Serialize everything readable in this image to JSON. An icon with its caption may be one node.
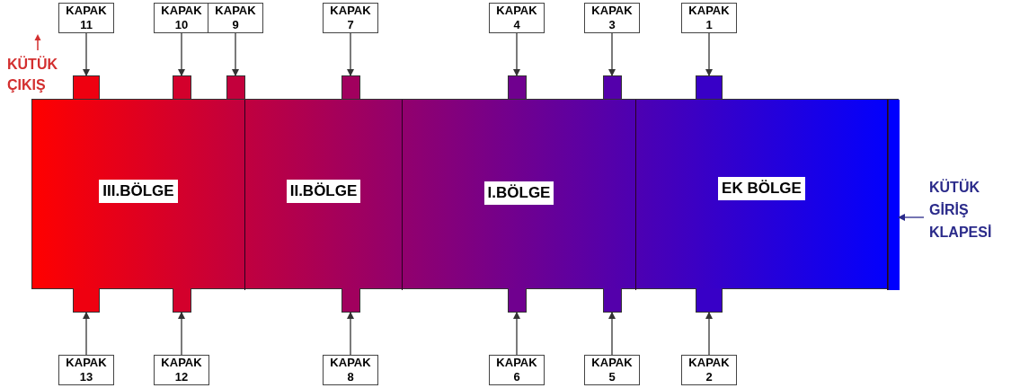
{
  "diagram": {
    "nodes": [
      {
        "text": [
          "KAPAK 11"
        ]
      },
      {
        "text": [
          "KAPAK 10"
        ]
      },
      {
        "text": [
          "KAPAK 9"
        ]
      },
      {
        "text": [
          "KAPAK 7"
        ]
      },
      {
        "text": [
          "KAPAK 4"
        ]
      },
      {
        "text": [
          "KAPAK 3"
        ]
      },
      {
        "text": [
          "KAPAK 1"
        ]
      },
      {
        "text": [],
        "shape": "box"
      },
      {
        "text": [],
        "shape": "box"
      },
      {
        "text": [],
        "shape": "box"
      },
      {
        "text": [],
        "shape": "box"
      },
      {
        "text": [],
        "shape": "box"
      },
      {
        "text": [],
        "shape": "box"
      },
      {
        "text": [],
        "shape": "box"
      },
      {
        "text": [],
        "shape": "box"
      },
      {
        "text": [
          "III.BÖLGE"
        ],
        "in": 14
      },
      {
        "text": [
          "II.BÖLGE"
        ],
        "in": 14
      },
      {
        "text": [
          "I.BÖLGE"
        ],
        "in": 14
      },
      {
        "text": [
          "EK BÖLGE"
        ],
        "in": 14
      },
      {
        "text": [],
        "shape": "bar",
        "in": 14
      },
      {
        "text": [
          "KÜTÜK GİRİŞ KLAPESİ"
        ]
      },
      {
        "text": [],
        "shape": "box"
      },
      {
        "text": [],
        "shape": "box"
      },
      {
        "text": [],
        "shape": "box"
      },
      {
        "text": [],
        "shape": "box"
      },
      {
        "text": [],
        "shape": "box"
      },
      {
        "text": [],
        "shape": "box"
      },
      {
        "text": [
          "KAPAK 13"
        ]
      },
      {
        "text": [
          "KAPAK 12"
        ]
      },
      {
        "text": [
          "KAPAK 8"
        ]
      },
      {
        "text": [
          "KAPAK 6"
        ]
      },
      {
        "text": [
          "KAPAK 5"
        ]
      },
      {
        "text": [
          "KAPAK 2"
        ]
      }
    ],
    "edges": [
      {
        "from": 0,
        "to": 7,
        "arrow": "to"
      },
      {
        "from": 1,
        "to": 8,
        "arrow": "to"
      },
      {
        "from": 2,
        "to": 9,
        "arrow": "to"
      },
      {
        "from": 3,
        "to": 10,
        "arrow": "to"
      },
      {
        "from": 4,
        "to": 11,
        "arrow": "to"
      },
      {
        "from": 5,
        "to": 12,
        "arrow": "to"
      },
      {
        "from": 6,
        "to": 13,
        "arrow": "to"
      },
      {
        "from": 27,
        "to": 21,
        "arrow": "to"
      },
      {
        "from": 28,
        "to": 22,
        "arrow": "to"
      },
      {
        "from": 29,
        "to": 23,
        "arrow": "to"
      },
      {
        "from": 30,
        "to": 24,
        "arrow": "to"
      },
      {
        "from": 31,
        "to": 25,
        "arrow": "to"
      },
      {
        "from": 32,
        "to": 26,
        "arrow": "to"
      },
      {
        "from": 20,
        "to": 19,
        "arrow": "to",
        "color": "#2a2a8a"
      }
    ],
    "labels": [
      "KÜTÜK ÇIKIŞ"
    ]
  }
}
